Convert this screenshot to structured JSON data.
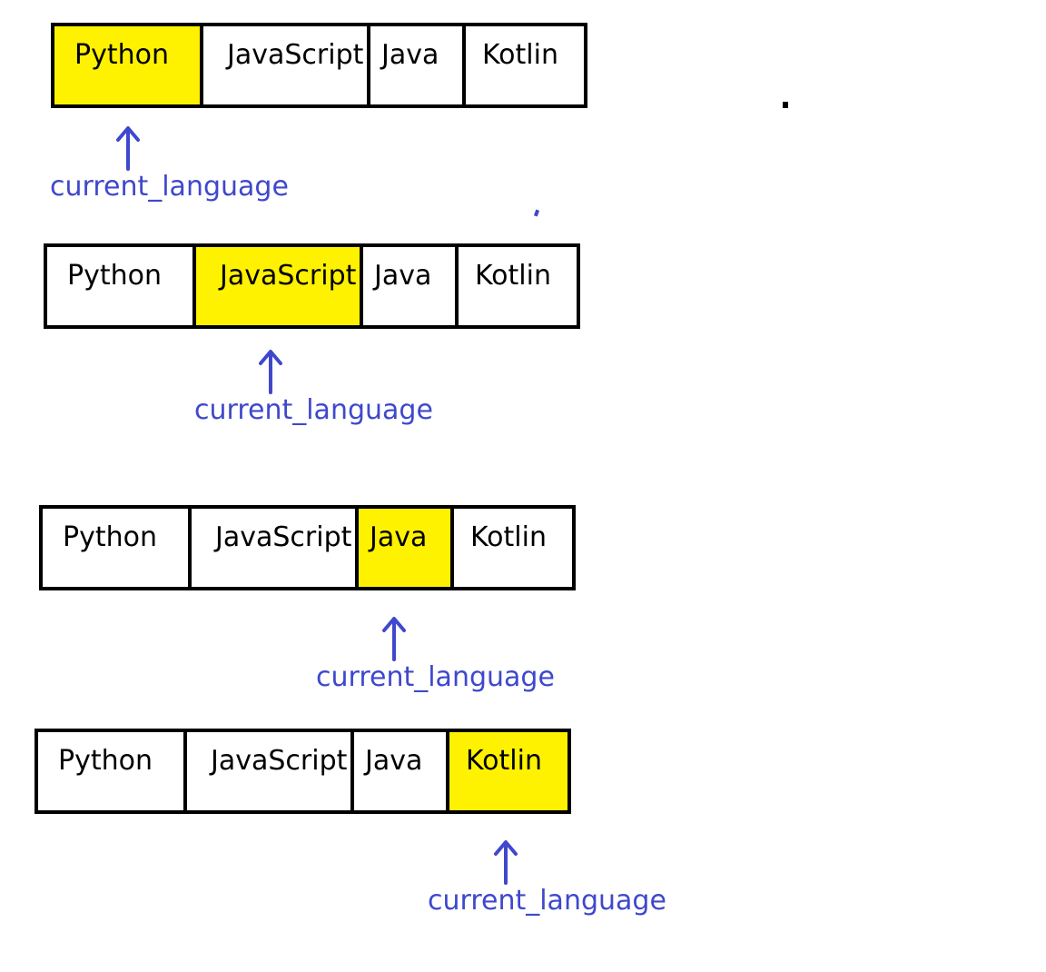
{
  "colors": {
    "highlight": "#fff200",
    "cell_bg": "#ffffff",
    "border": "#000000",
    "pointer": "#3f48cc"
  },
  "icons": {
    "pointer": "up-arrow-icon"
  },
  "rows": [
    {
      "cells": [
        {
          "label": "Python"
        },
        {
          "label": "JavaScript"
        },
        {
          "label": "Java"
        },
        {
          "label": "Kotlin"
        }
      ],
      "highlighted_index": 0,
      "pointer_label": "current_language"
    },
    {
      "cells": [
        {
          "label": "Python"
        },
        {
          "label": "JavaScript"
        },
        {
          "label": "Java"
        },
        {
          "label": "Kotlin"
        }
      ],
      "highlighted_index": 1,
      "pointer_label": "current_language"
    },
    {
      "cells": [
        {
          "label": "Python"
        },
        {
          "label": "JavaScript"
        },
        {
          "label": "Java"
        },
        {
          "label": "Kotlin"
        }
      ],
      "highlighted_index": 2,
      "pointer_label": "current_language"
    },
    {
      "cells": [
        {
          "label": "Python"
        },
        {
          "label": "JavaScript"
        },
        {
          "label": "Java"
        },
        {
          "label": "Kotlin"
        }
      ],
      "highlighted_index": 3,
      "pointer_label": "current_language"
    }
  ]
}
